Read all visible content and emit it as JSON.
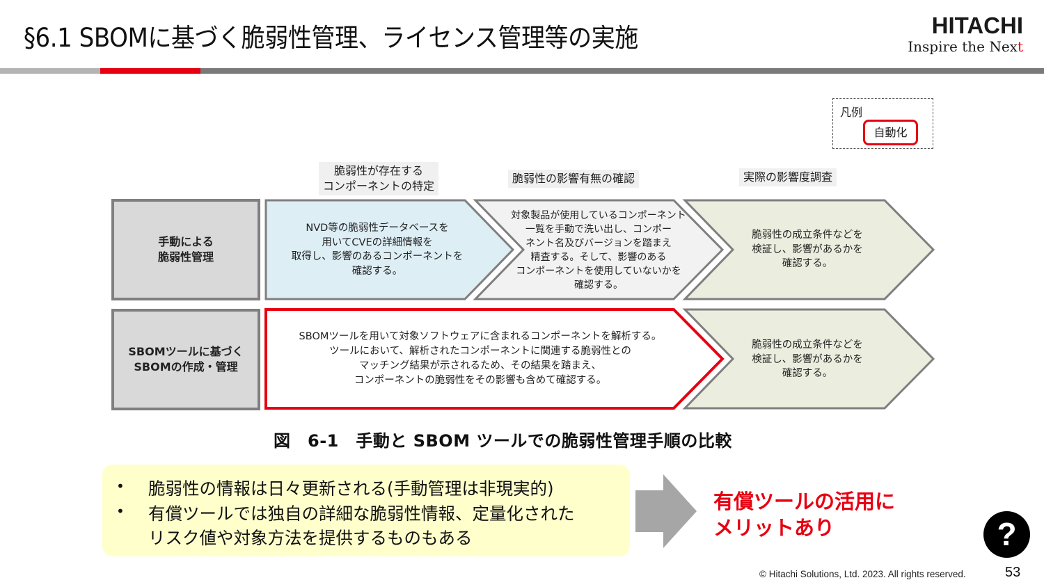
{
  "slide": {
    "title": "§6.1 SBOMに基づく脆弱性管理、ライセンス管理等の実施",
    "page_number": "53",
    "copyright": "© Hitachi Solutions, Ltd. 2023. All rights reserved."
  },
  "logo": {
    "brand": "HITACHI",
    "tagline_main": "Inspire the Nex",
    "tagline_last": "t"
  },
  "colors": {
    "accent_red": "#e60012",
    "chevron_blue": "#ddeef5",
    "chevron_gray": "#f2f2f2",
    "chevron_olive": "#ebeedf",
    "label_gray": "#d9d9d9",
    "note_yellow": "#ffffcc"
  },
  "legend": {
    "title": "凡例",
    "item": "自動化"
  },
  "diagram": {
    "phases": [
      {
        "line1": "脆弱性が存在する",
        "line2": "コンポーネントの特定"
      },
      {
        "line1": "脆弱性の影響有無の確認"
      },
      {
        "line1": "実際の影響度調査"
      }
    ],
    "rows": [
      {
        "label_line1": "手動による",
        "label_line2": "脆弱性管理",
        "steps": [
          {
            "lines": [
              "NVD等の脆弱性データベースを",
              "用いてCVEの詳細情報を",
              "取得し、影響のあるコンポーネントを",
              "確認する。"
            ]
          },
          {
            "lines": [
              "対象製品が使用しているコンポーネント",
              "一覧を手動で洗い出し、コンポー",
              "ネント名及びバージョンを踏まえ",
              "精査する。そして、影響のある",
              "コンポーネントを使用していないかを",
              "確認する。"
            ]
          },
          {
            "lines": [
              "脆弱性の成立条件などを",
              "検証し、影響があるかを",
              "確認する。"
            ]
          }
        ]
      },
      {
        "label_line1": "SBOMツールに基づく",
        "label_line2": "SBOMの作成・管理",
        "steps": [
          {
            "lines": [
              "SBOMツールを用いて対象ソフトウェアに含まれるコンポーネントを解析する。",
              "ツールにおいて、解析されたコンポーネントに関連する脆弱性との",
              "マッチング結果が示されるため、その結果を踏まえ、",
              "コンポーネントの脆弱性をその影響も含めて確認する。"
            ],
            "automated": true
          },
          {
            "lines": [
              "脆弱性の成立条件などを",
              "検証し、影響があるかを",
              "確認する。"
            ]
          }
        ]
      }
    ],
    "caption": "図　6-1　手動と SBOM ツールでの脆弱性管理手順の比較"
  },
  "notes": {
    "bullet": "•",
    "items": [
      {
        "text": "脆弱性の情報は日々更新される(手動管理は非現実的)"
      },
      {
        "text": "有償ツールでは独自の詳細な脆弱性情報、定量化された"
      },
      {
        "text": "リスク値や対象方法を提供するものもある"
      }
    ]
  },
  "conclusion": {
    "line1": "有償ツールの活用に",
    "line2": "メリットあり"
  },
  "help": {
    "icon": "question-mark-icon",
    "glyph": "?"
  }
}
